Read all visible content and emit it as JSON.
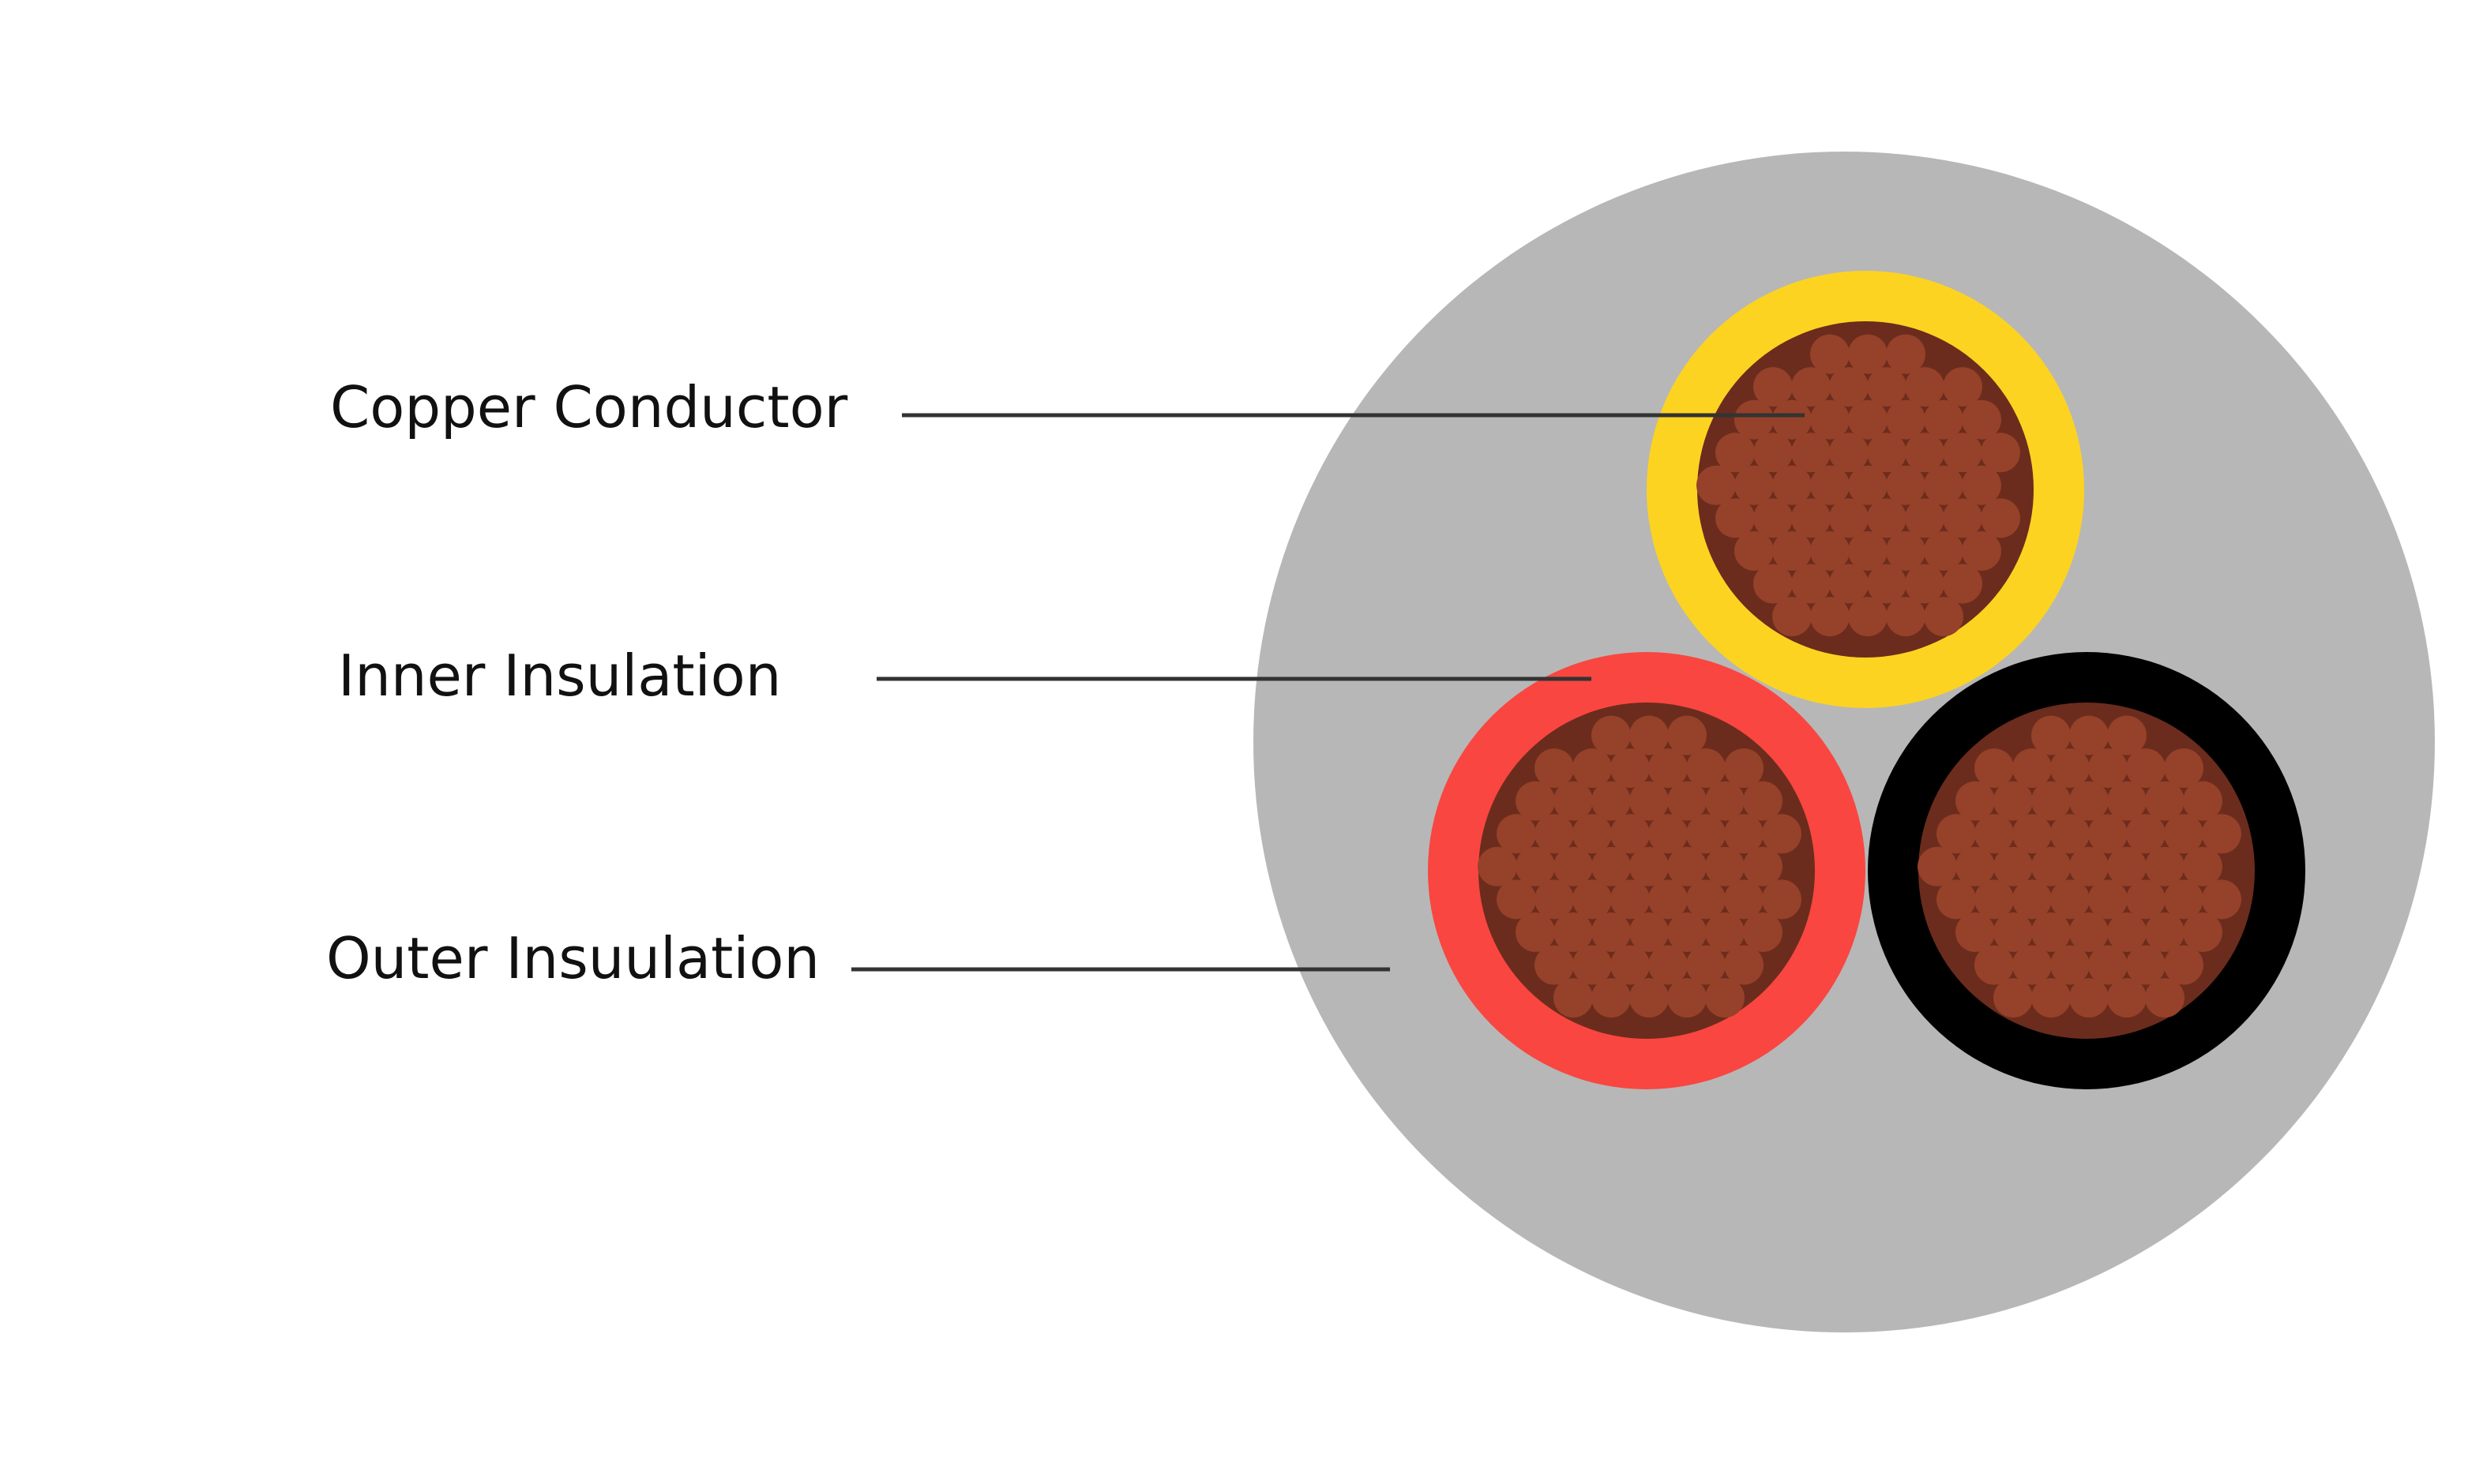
{
  "labels": {
    "copper_conductor": "Copper Conductor",
    "inner_insulation": "Inner Insulation",
    "outer_insulation": "Outer Insuulation"
  },
  "colors": {
    "background": "#ffffff",
    "outer_sheath": "#b7b7b7",
    "core_yellow": "#fdd321",
    "core_red": "#f94640",
    "core_black": "#000000",
    "copper_base": "#6b2c1d",
    "copper_strand": "#964129",
    "leader_line": "#333333"
  }
}
